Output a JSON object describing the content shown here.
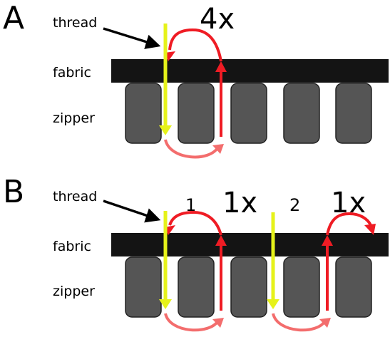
{
  "colors": {
    "fabric": "#141414",
    "tooth": "#555555",
    "tooth_stroke": "#222222",
    "thread_yellow": "#e6f21a",
    "thread_red": "#ef1c24",
    "thread_pink": "#f36d6d",
    "pointer": "#000000"
  },
  "panel_a": {
    "letter": "A",
    "thread_label": "thread",
    "fabric_label": "fabric",
    "zipper_label": "zipper",
    "count": "4x"
  },
  "panel_b": {
    "letter": "B",
    "thread_label": "thread",
    "fabric_label": "fabric",
    "zipper_label": "zipper",
    "step_1": "1",
    "count_1": "1x",
    "step_2": "2",
    "count_2": "1x"
  }
}
